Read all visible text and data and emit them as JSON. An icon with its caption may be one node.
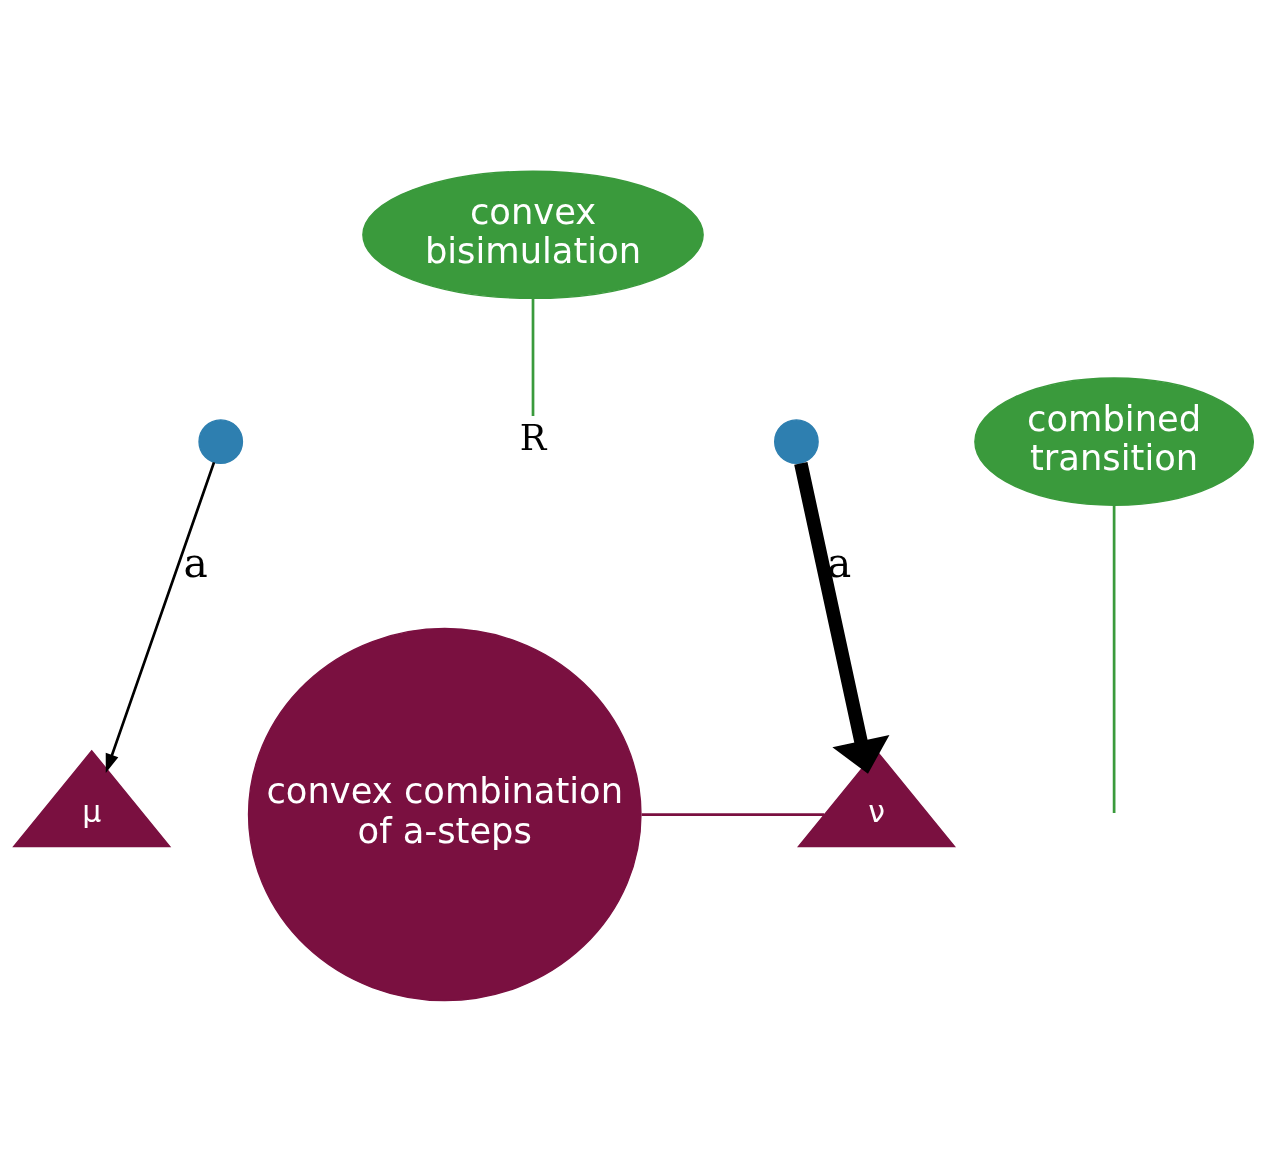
{
  "diagram": {
    "nodes": [
      {
        "text": [
          "convex bisimulation"
        ]
      },
      {
        "text": [],
        "shape": "circle"
      },
      {
        "text": [
          "R"
        ]
      },
      {
        "text": [],
        "shape": "circle"
      },
      {
        "text": [
          "combined transition"
        ]
      },
      {
        "text": [
          "μ"
        ]
      },
      {
        "text": [
          "ν"
        ]
      },
      {
        "text": [
          "convex combination of a-steps"
        ]
      }
    ],
    "edges": [
      {
        "from": 1,
        "to": 5,
        "arrow": "to",
        "label": "a"
      },
      {
        "from": 3,
        "to": 6,
        "arrow": "to",
        "label": "a",
        "style": "thick"
      },
      {
        "from": 0,
        "to": 2,
        "arrow": "none",
        "color": "#3a9a3c"
      },
      {
        "from": 4,
        "to": null,
        "arrow": "none",
        "color": "#3a9a3c"
      },
      {
        "from": 7,
        "to": 6,
        "arrow": "none",
        "color": "#7a1040"
      }
    ]
  }
}
